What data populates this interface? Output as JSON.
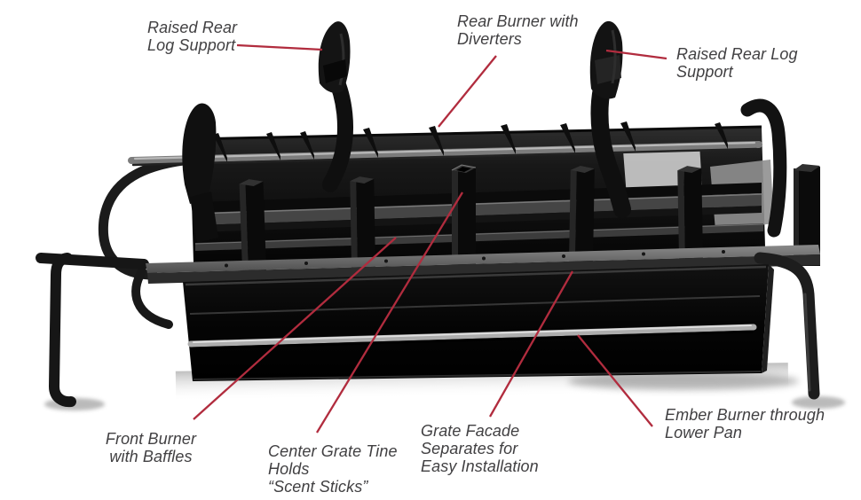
{
  "page": {
    "background": "#ffffff",
    "description": "Annotated product diagram of a black steel fireplace burner grate with red callout lines"
  },
  "colors": {
    "callout_line": "#b12c3e",
    "label_text": "#414042",
    "product_black": "#0a0a0a",
    "burner_tube_gray": "#7c7c7c",
    "ember_tube_gray": "#adadad"
  },
  "callouts": {
    "raised_rear_left": {
      "lines": [
        "Raised Rear",
        "Log Support"
      ]
    },
    "rear_burner": {
      "lines": [
        "Rear Burner with",
        "Diverters"
      ]
    },
    "raised_rear_right": {
      "lines": [
        "Raised Rear Log",
        "Support"
      ]
    },
    "front_burner": {
      "lines": [
        "Front Burner",
        "with Baffles"
      ]
    },
    "center_tine": {
      "lines": [
        "Center Grate Tine",
        "Holds",
        "“Scent Sticks”"
      ]
    },
    "grate_facade": {
      "lines": [
        "Grate Facade",
        "Separates for",
        "Easy Installation"
      ]
    },
    "ember_burner": {
      "lines": [
        "Ember Burner through",
        "Lower Pan"
      ]
    }
  }
}
